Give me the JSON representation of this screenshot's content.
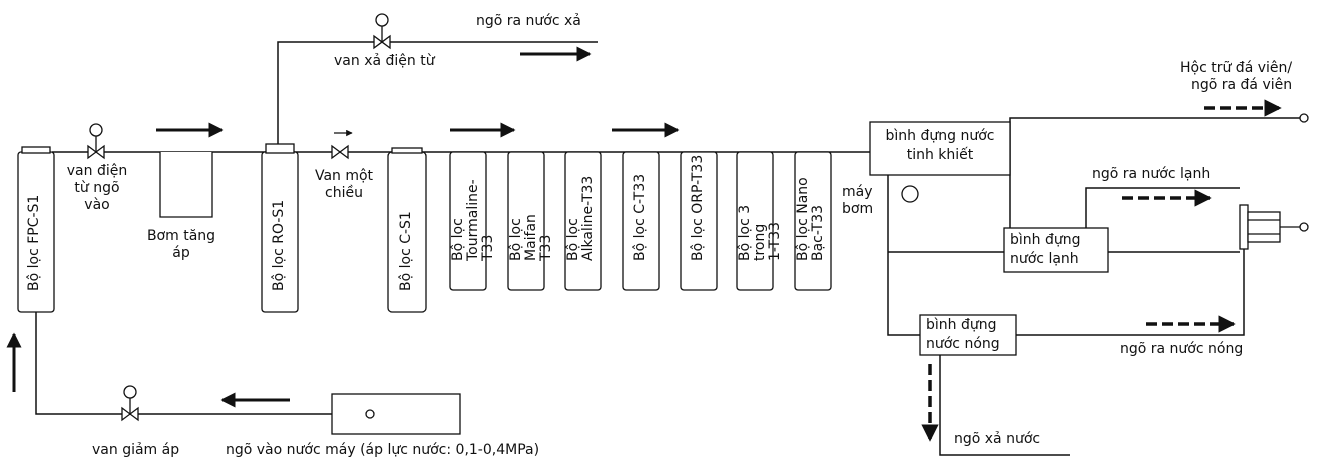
{
  "filters": {
    "fpc": "Bộ lọc FPC-S1",
    "ro": "Bộ lọc RO-S1",
    "cs1": "Bộ lọc C-S1",
    "tourmaline": "Bộ lọc\nTourmaline-T33",
    "maifan": "Bộ lọc Maifan\nT33",
    "alkaline": "Bộ lọc\nAlkaline-T33",
    "ct33": "Bộ lọc C-T33",
    "orp": "Bộ lọc ORP-T33",
    "three_in_one": "Bộ lọc 3 trong\n1-T33",
    "nano": "Bộ lọc Nano\nBạc-T33"
  },
  "labels": {
    "inlet_valve": "van điện\ntừ ngõ\nvào",
    "booster_pump": "Bơm tăng\náp",
    "drain_valve": "van xả điện từ",
    "drain_outlet": "ngõ ra nước xả",
    "check_valve": "Van một\nchiều",
    "pure_tank": "bình đựng nước\ntinh khiết",
    "pump": "máy\nbơm",
    "ice_outlet": "Hộc trữ đá viên/\nngõ ra đá viên",
    "cold_outlet": "ngõ ra nước lạnh",
    "cold_tank": "bình đựng\nnước lạnh",
    "hot_tank": "bình đựng\nnước nóng",
    "hot_outlet": "ngõ ra nước nóng",
    "waste_outlet": "ngõ xả nước",
    "pressure_valve": "van giảm áp",
    "tap_inlet": "ngõ vào nước máy (áp lực nước: 0,1-0,4MPa)"
  }
}
